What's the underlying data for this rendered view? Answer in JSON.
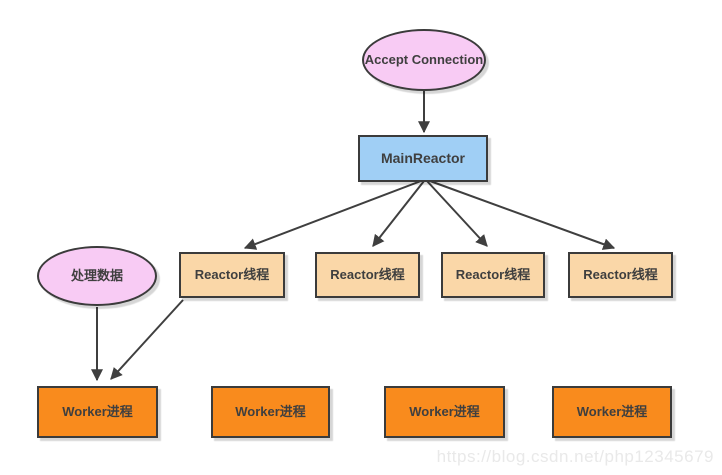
{
  "nodes": {
    "accept_connection": {
      "label": "Accept Connection",
      "fill": "#f8cbf4"
    },
    "main_reactor": {
      "label": "MainReactor",
      "fill": "#a0cff5"
    },
    "process_data": {
      "label": "处理数据",
      "fill": "#f8cbf4"
    },
    "reactor_threads": [
      {
        "label": "Reactor线程"
      },
      {
        "label": "Reactor线程"
      },
      {
        "label": "Reactor线程"
      },
      {
        "label": "Reactor线程"
      }
    ],
    "worker_processes": [
      {
        "label": "Worker进程"
      },
      {
        "label": "Worker进程"
      },
      {
        "label": "Worker进程"
      },
      {
        "label": "Worker进程"
      }
    ],
    "reactor_fill": "#fad7a8",
    "worker_fill": "#f98b1d",
    "stroke_color": "#3b3b3b",
    "text_color": "#3f3f3f"
  },
  "edges": [
    {
      "from": "accept-connection",
      "to": "main-reactor"
    },
    {
      "from": "main-reactor",
      "to": "reactor-thread-1"
    },
    {
      "from": "main-reactor",
      "to": "reactor-thread-2"
    },
    {
      "from": "main-reactor",
      "to": "reactor-thread-3"
    },
    {
      "from": "main-reactor",
      "to": "reactor-thread-4"
    },
    {
      "from": "process-data",
      "to": "worker-process-1"
    },
    {
      "from": "reactor-thread-1",
      "to": "worker-process-1"
    }
  ],
  "watermark": {
    "text": "https://blog.csdn.net/php12345679",
    "color": "#e9e9e9"
  }
}
